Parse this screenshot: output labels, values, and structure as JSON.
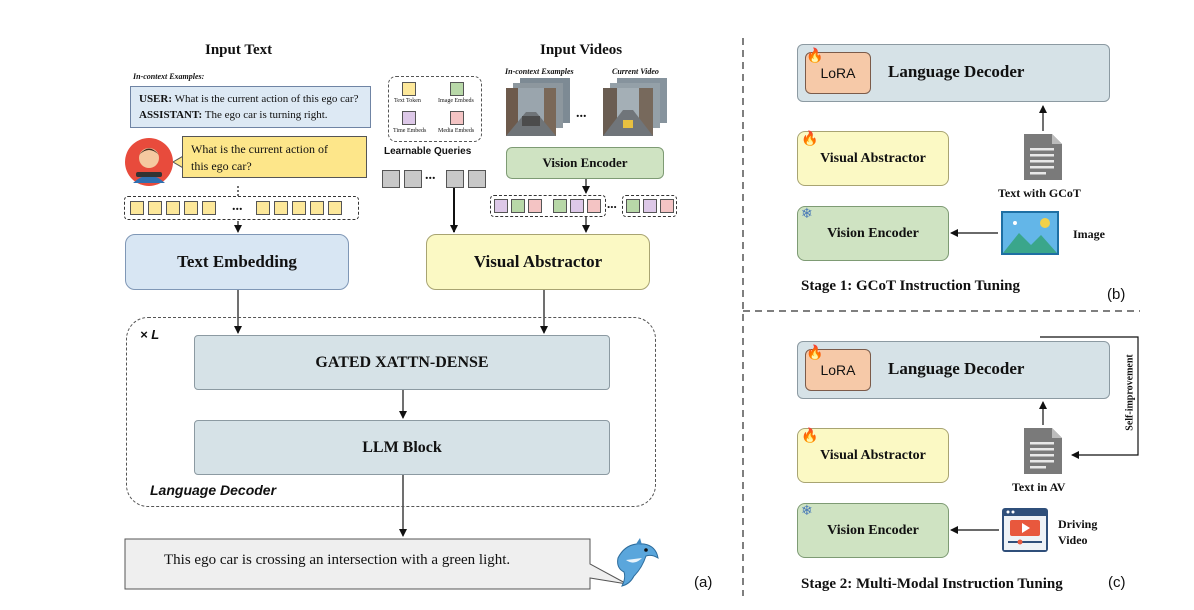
{
  "left": {
    "input_text_title": "Input Text",
    "input_videos_title": "Input Videos",
    "in_context_label": "In-context Examples:",
    "user_label": "USER:",
    "user_text": "What is the current action of this ego car?",
    "assistant_label": "ASSISTANT:",
    "assistant_text": "The ego car is turning right.",
    "question_line1": "What is the current action of",
    "question_line2": "this ego car?",
    "legend": {
      "text_token": "Text Token",
      "image_embeds": "Image Embeds",
      "time_embeds": "Time Embeds",
      "media_embeds": "Media Embeds"
    },
    "learnable_queries": "Learnable Queries",
    "video_in_context": "In-context Examples",
    "video_current": "Current Video",
    "video_ellipsis": "...",
    "ellipsis": "...",
    "vision_encoder": "Vision Encoder",
    "text_embedding": "Text Embedding",
    "visual_abstractor": "Visual Abstractor",
    "times_l": "× L",
    "gated_xattn": "GATED XATTN-DENSE",
    "llm_block": "LLM Block",
    "language_decoder": "Language Decoder",
    "output_text": "This ego car is crossing an intersection with a green light.",
    "label_a": "(a)"
  },
  "stage1": {
    "lora": "LoRA",
    "language_decoder": "Language Decoder",
    "visual_abstractor": "Visual Abstractor",
    "vision_encoder": "Vision Encoder",
    "text_with_gcot": "Text with GCoT",
    "image": "Image",
    "title": "Stage 1: GCoT Instruction Tuning",
    "label_b": "(b)"
  },
  "stage2": {
    "lora": "LoRA",
    "language_decoder": "Language Decoder",
    "visual_abstractor": "Visual Abstractor",
    "vision_encoder": "Vision Encoder",
    "text_in_av": "Text in AV",
    "driving_line1": "Driving",
    "driving_line2": "Video",
    "self_improvement": "Self-improvement",
    "title": "Stage 2: Multi-Modal Instruction Tuning",
    "label_c": "(c)"
  },
  "colors": {
    "blue_box": "#d8e6f3",
    "yellow_box": "#fbf9c4",
    "green_box": "#cfe3c2",
    "gray_box": "#d6e2e7",
    "lora_box": "#f6c9a8"
  }
}
